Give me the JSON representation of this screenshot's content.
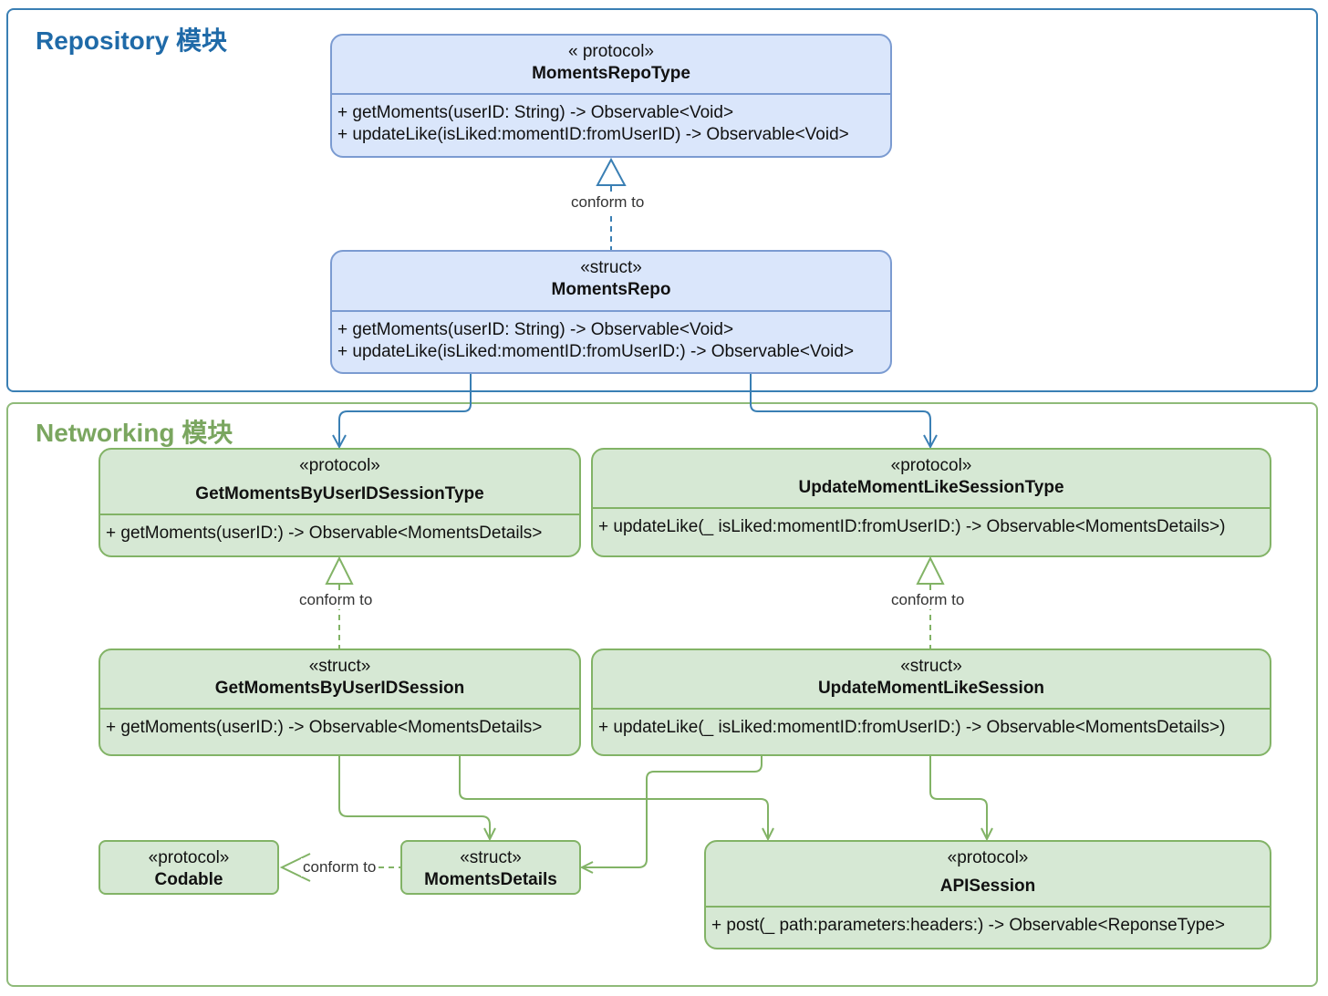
{
  "modules": {
    "repository": {
      "title": "Repository 模块"
    },
    "networking": {
      "title": "Networking 模块"
    }
  },
  "classes": {
    "moments_repo_type": {
      "stereotype": "« protocol»",
      "name": "MomentsRepoType",
      "methods": [
        "+ getMoments(userID: String) -> Observable<Void>",
        "+ updateLike(isLiked:momentID:fromUserID) -> Observable<Void>"
      ]
    },
    "moments_repo": {
      "stereotype": "«struct»",
      "name": "MomentsRepo",
      "methods": [
        "+ getMoments(userID: String) -> Observable<Void>",
        "+ updateLike(isLiked:momentID:fromUserID:) -> Observable<Void>"
      ]
    },
    "get_session_type": {
      "stereotype": "«protocol»",
      "name": "GetMomentsByUserIDSessionType",
      "methods": [
        "+ getMoments(userID:) -> Observable<MomentsDetails>"
      ]
    },
    "update_session_type": {
      "stereotype": "«protocol»",
      "name": "UpdateMomentLikeSessionType",
      "methods": [
        "+ updateLike(_ isLiked:momentID:fromUserID:) -> Observable<MomentsDetails>)"
      ]
    },
    "get_session": {
      "stereotype": "«struct»",
      "name": "GetMomentsByUserIDSession",
      "methods": [
        "+ getMoments(userID:) -> Observable<MomentsDetails>"
      ]
    },
    "update_session": {
      "stereotype": "«struct»",
      "name": "UpdateMomentLikeSession",
      "methods": [
        "+ updateLike(_ isLiked:momentID:fromUserID:) -> Observable<MomentsDetails>)"
      ]
    },
    "codable": {
      "stereotype": "«protocol»",
      "name": "Codable"
    },
    "moments_details": {
      "stereotype": "«struct»",
      "name": "MomentsDetails"
    },
    "api_session": {
      "stereotype": "«protocol»",
      "name": "APISession",
      "methods": [
        "+ post(_ path:parameters:headers:) -> Observable<ReponseType>"
      ]
    }
  },
  "relations": {
    "conform_label": "conform to",
    "conform_label_codable": "conform to"
  },
  "colors": {
    "repository_accent": "#1f6aa8",
    "networking_accent": "#7aa65f",
    "blue_fill": "#dae6fb",
    "green_fill": "#d6e8d4"
  }
}
